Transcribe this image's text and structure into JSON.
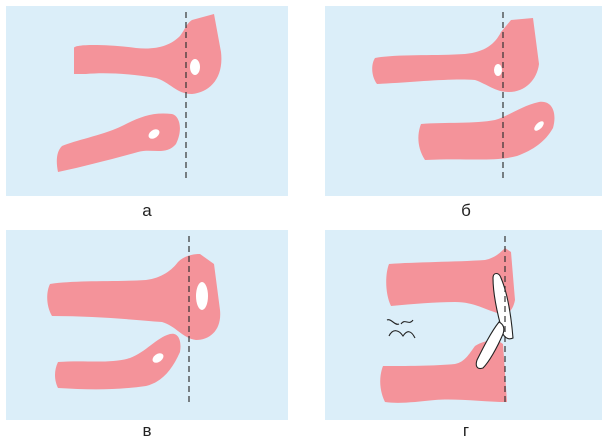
{
  "panels": [
    {
      "id": "a",
      "label": "а"
    },
    {
      "id": "b",
      "label": "б"
    },
    {
      "id": "v",
      "label": "в"
    },
    {
      "id": "g",
      "label": "г"
    }
  ],
  "colors": {
    "panel_background": "#dbeef9",
    "shape_fill": "#f4939a",
    "dashed_line": "#333333"
  }
}
